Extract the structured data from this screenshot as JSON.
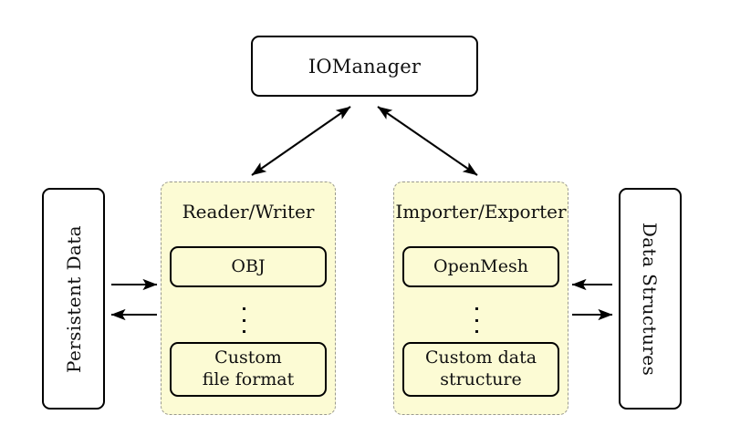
{
  "diagram": {
    "title_node": {
      "label": "IOManager"
    },
    "left_store": {
      "label": "Persistent Data"
    },
    "right_store": {
      "label": "Data Structures"
    },
    "panels": [
      {
        "title": "Reader/Writer",
        "items": [
          {
            "label": "OBJ"
          },
          {
            "label": "Custom\nfile format"
          }
        ],
        "ellipsis": "⋮"
      },
      {
        "title": "Importer/Exporter",
        "items": [
          {
            "label": "OpenMesh"
          },
          {
            "label": "Custom data\nstructure"
          }
        ],
        "ellipsis": "⋮"
      }
    ],
    "connections": [
      {
        "name": "iomanager-readerwriter",
        "type": "double-arrow"
      },
      {
        "name": "iomanager-importerexporter",
        "type": "double-arrow"
      },
      {
        "name": "persistentdata-to-readerwriter",
        "type": "arrow-right"
      },
      {
        "name": "readerwriter-to-persistentdata",
        "type": "arrow-left"
      },
      {
        "name": "datastructures-to-importerexporter",
        "type": "arrow-left"
      },
      {
        "name": "importerexporter-to-datastructures",
        "type": "arrow-right"
      }
    ],
    "colors": {
      "panel_fill": "#fcfbd4",
      "panel_border": "#9a9a8f",
      "node_border": "#000000",
      "background": "#ffffff",
      "text": "#111111"
    }
  }
}
